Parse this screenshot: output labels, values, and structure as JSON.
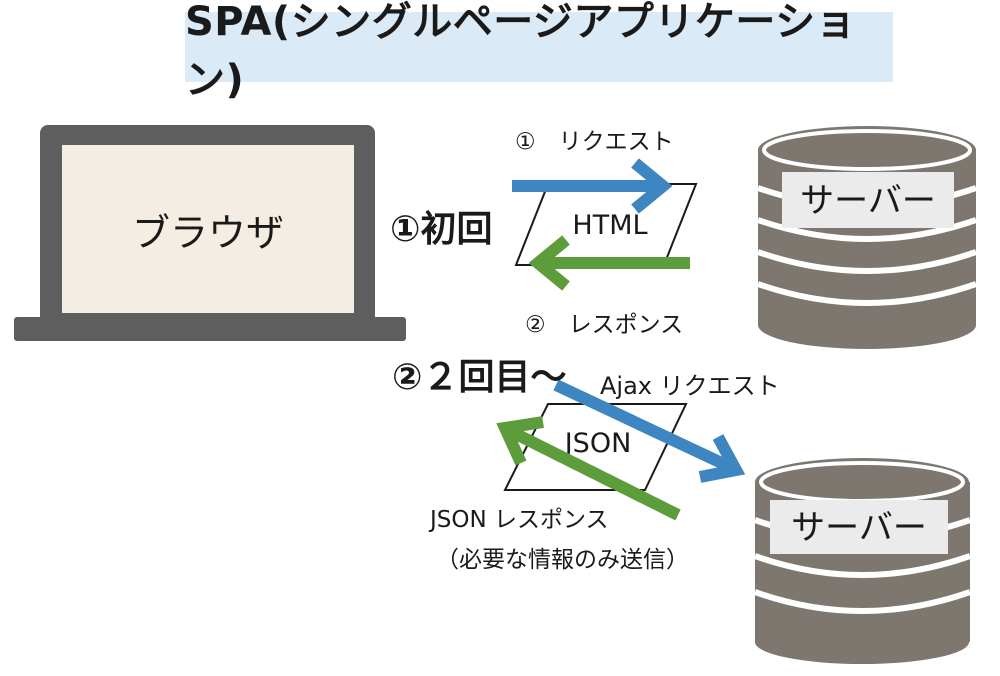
{
  "title": "SPA(シングルページアプリケーション)",
  "browser": {
    "label": "ブラウザ"
  },
  "servers": [
    {
      "label": "サーバー"
    },
    {
      "label": "サーバー"
    }
  ],
  "first_visit": {
    "label": "①初回",
    "request_label": "①　リクエスト",
    "response_label": "②　レスポンス",
    "payload": "HTML"
  },
  "subsequent_visits": {
    "label": "②２回目〜",
    "request_label": "Ajax リクエスト",
    "response_label": "JSON レスポンス",
    "response_note": "（必要な情報のみ送信）",
    "payload": "JSON"
  },
  "colors": {
    "request_arrow": "#3d86c1",
    "response_arrow": "#5c9c3a",
    "laptop_frame": "#5e5e5e",
    "laptop_screen": "#f4ede4",
    "server_body": "#7d7770",
    "server_label_bg": "#ebebeb",
    "title_bg": "#dbeaf7"
  }
}
